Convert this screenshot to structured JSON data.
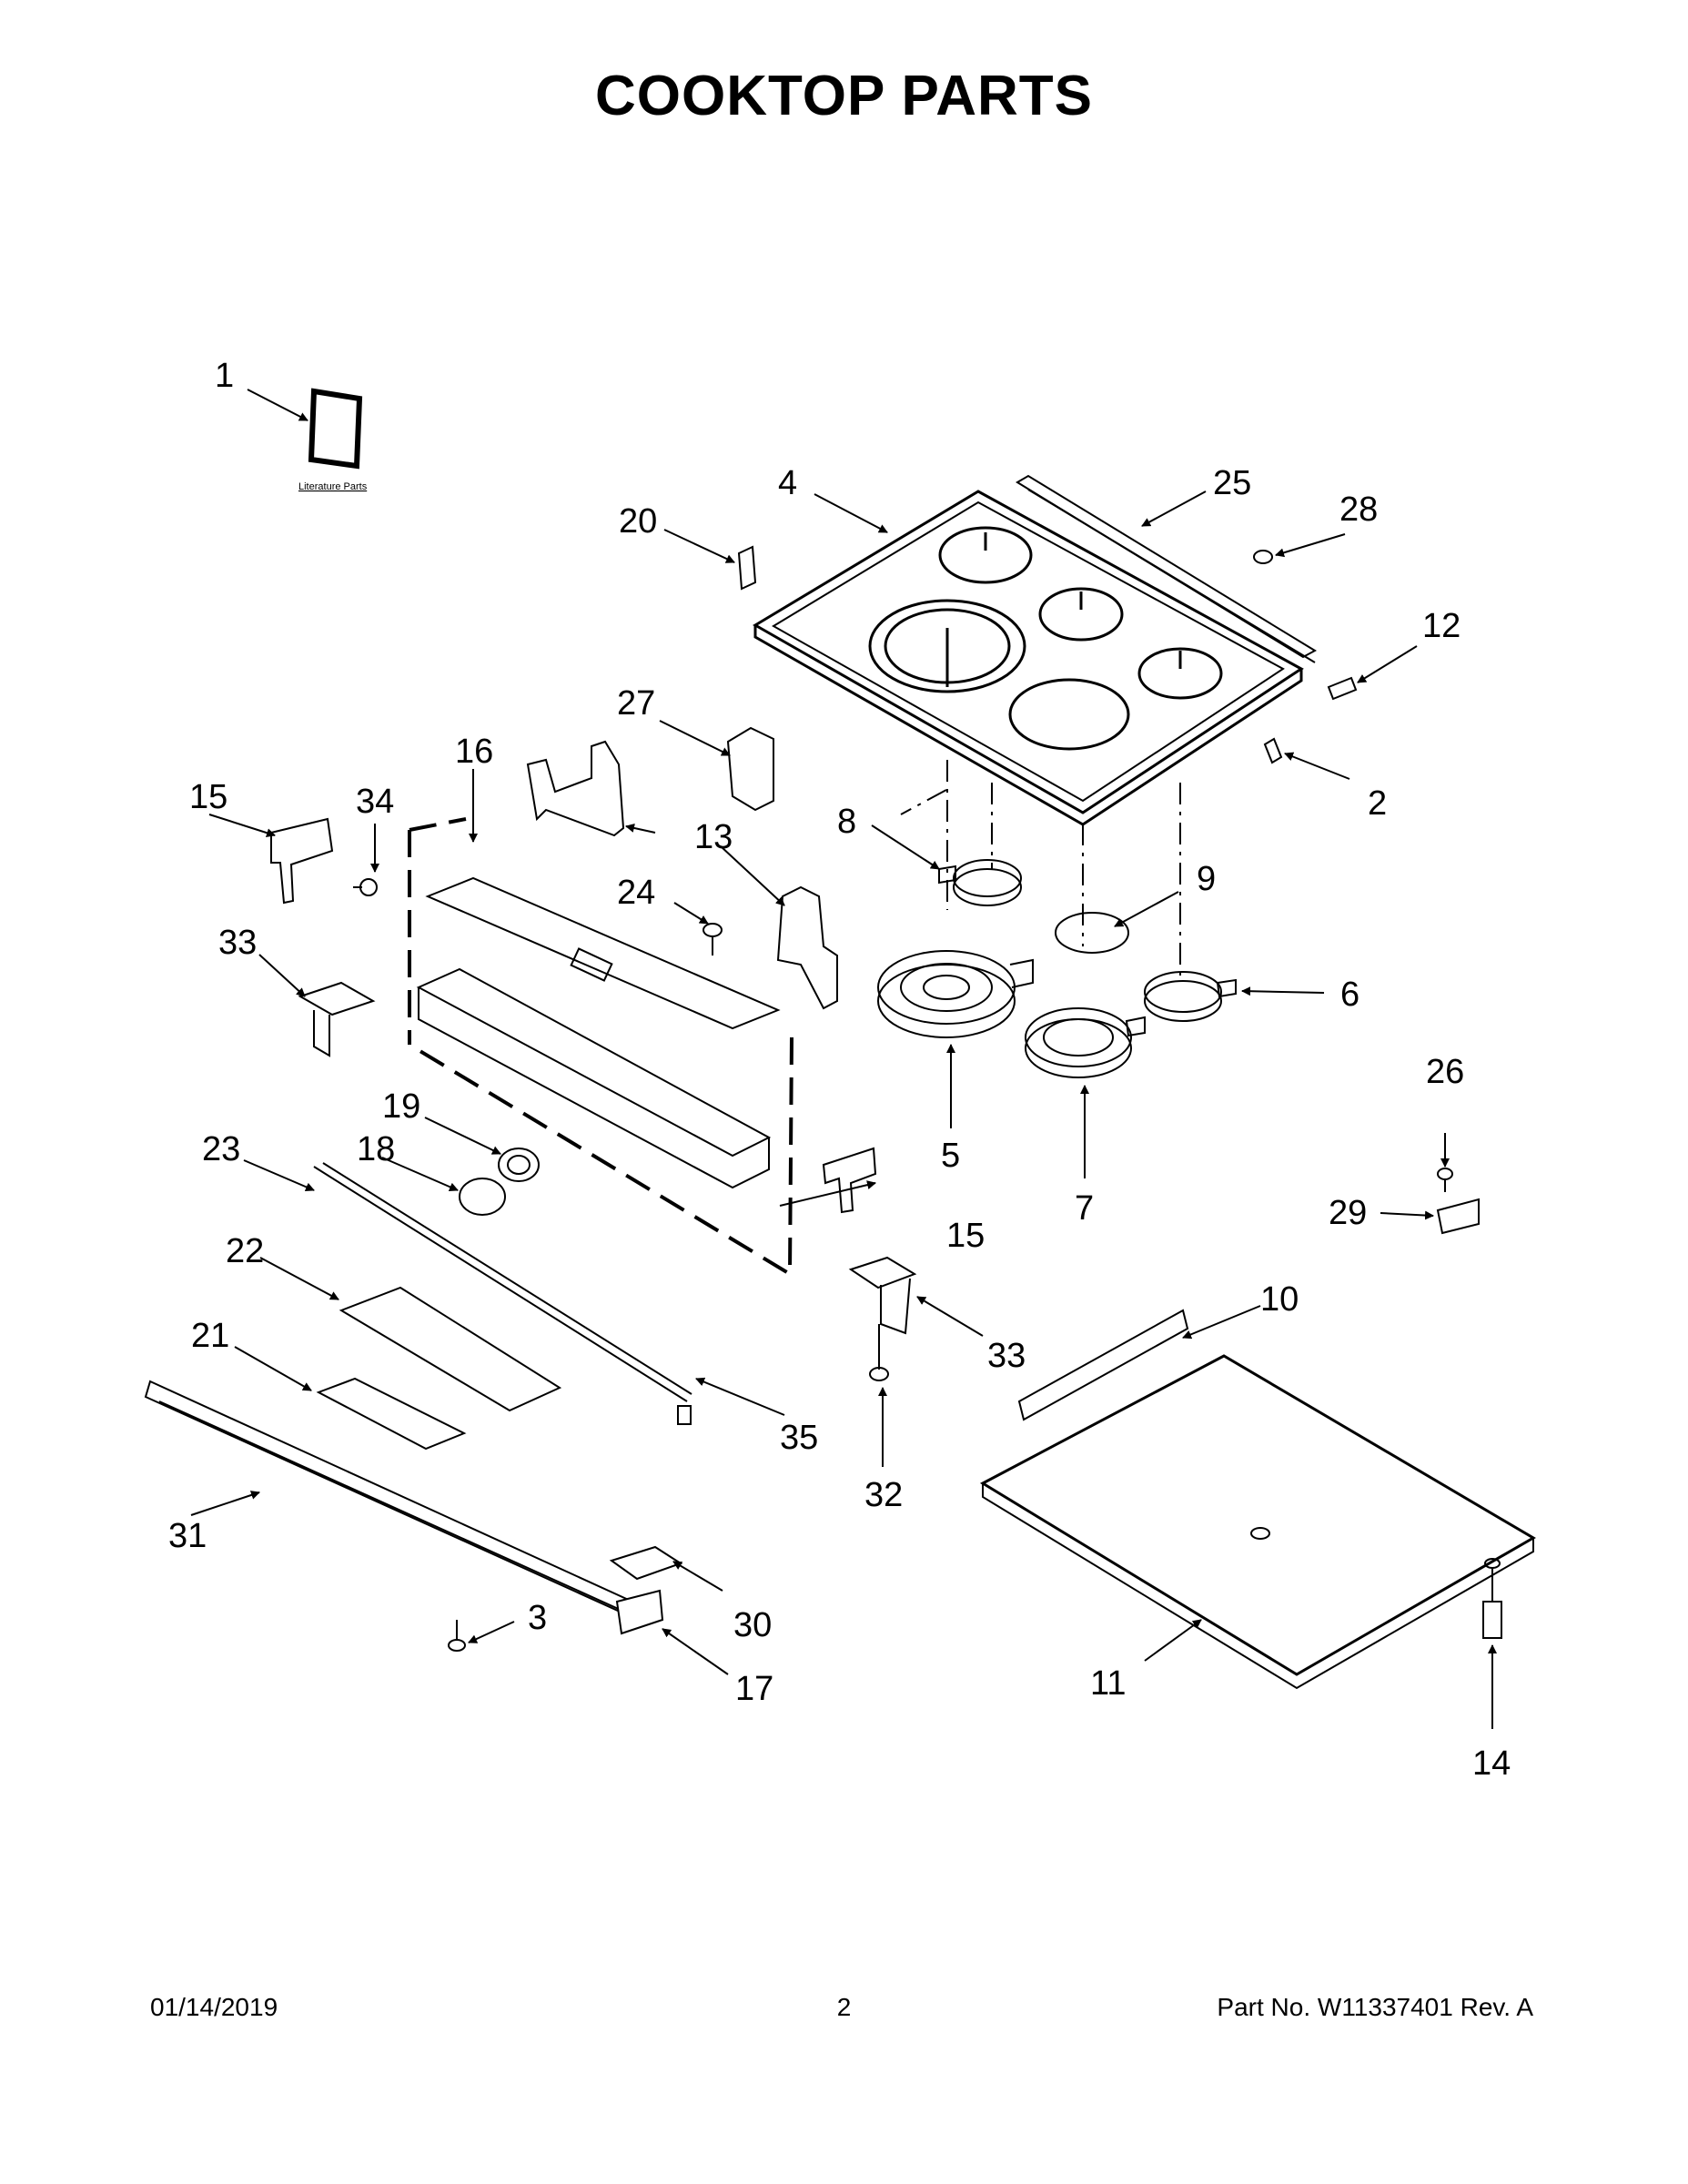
{
  "title": "COOKTOP PARTS",
  "literature_label": "Literature Parts",
  "callouts": {
    "c1": "1",
    "c2": "2",
    "c3": "3",
    "c4": "4",
    "c5": "5",
    "c6": "6",
    "c7": "7",
    "c8": "8",
    "c9": "9",
    "c10": "10",
    "c11": "11",
    "c12": "12",
    "c13": "13",
    "c14": "14",
    "c15a": "15",
    "c15b": "15",
    "c16": "16",
    "c17": "17",
    "c18": "18",
    "c19": "19",
    "c20": "20",
    "c21": "21",
    "c22": "22",
    "c23": "23",
    "c24": "24",
    "c25": "25",
    "c26": "26",
    "c27": "27",
    "c28": "28",
    "c29": "29",
    "c30": "30",
    "c31": "31",
    "c32": "32",
    "c33a": "33",
    "c33b": "33",
    "c34": "34",
    "c35": "35"
  },
  "footer": {
    "date": "01/14/2019",
    "page": "2",
    "part": "Part No.  W11337401   Rev.  A"
  }
}
